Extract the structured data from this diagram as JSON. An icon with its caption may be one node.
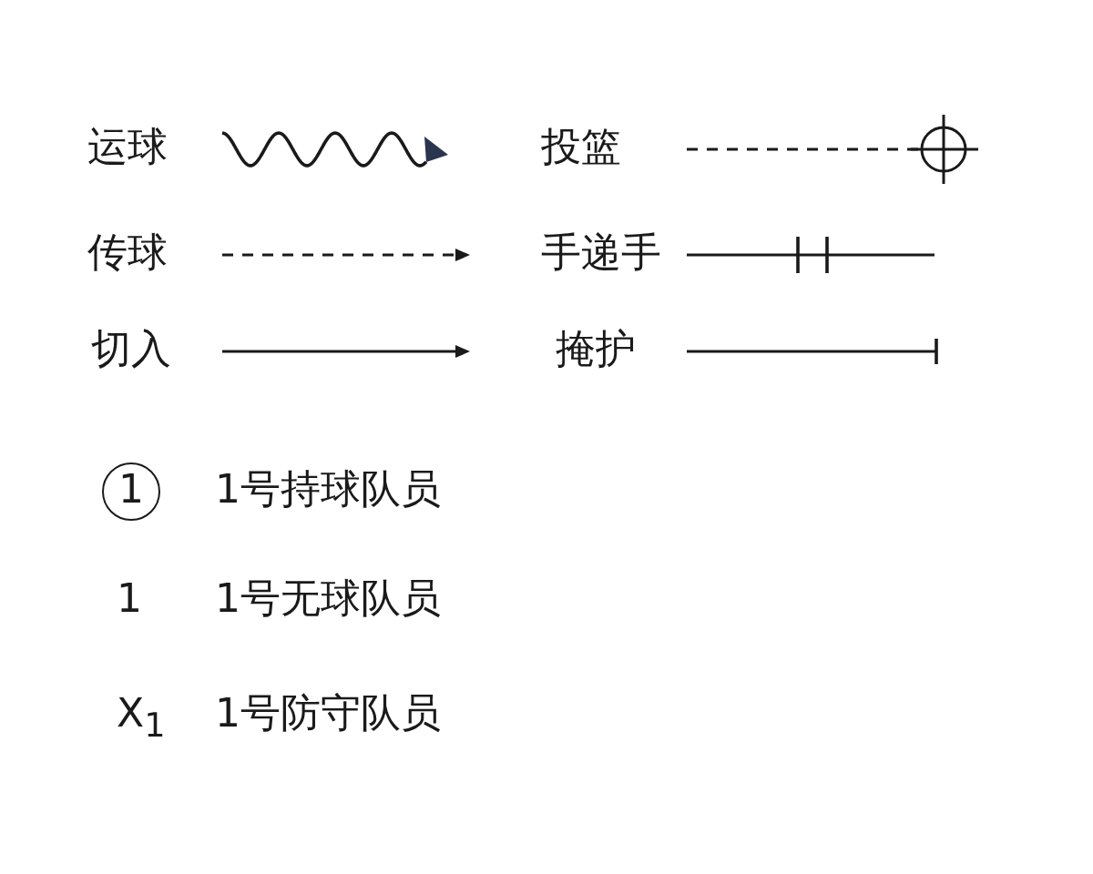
{
  "diagram": {
    "legend": [
      {
        "text": "运球"
      },
      {
        "text": "传球"
      },
      {
        "text": "切入"
      },
      {
        "text": "投篮"
      },
      {
        "text": "手递手"
      },
      {
        "text": "掩护"
      },
      {
        "text": "1号持球队员"
      },
      {
        "text": "1号无球队员"
      },
      {
        "text": "1号防守队员"
      }
    ],
    "labels": [
      "1",
      "1",
      "X$_{1}$"
    ]
  }
}
